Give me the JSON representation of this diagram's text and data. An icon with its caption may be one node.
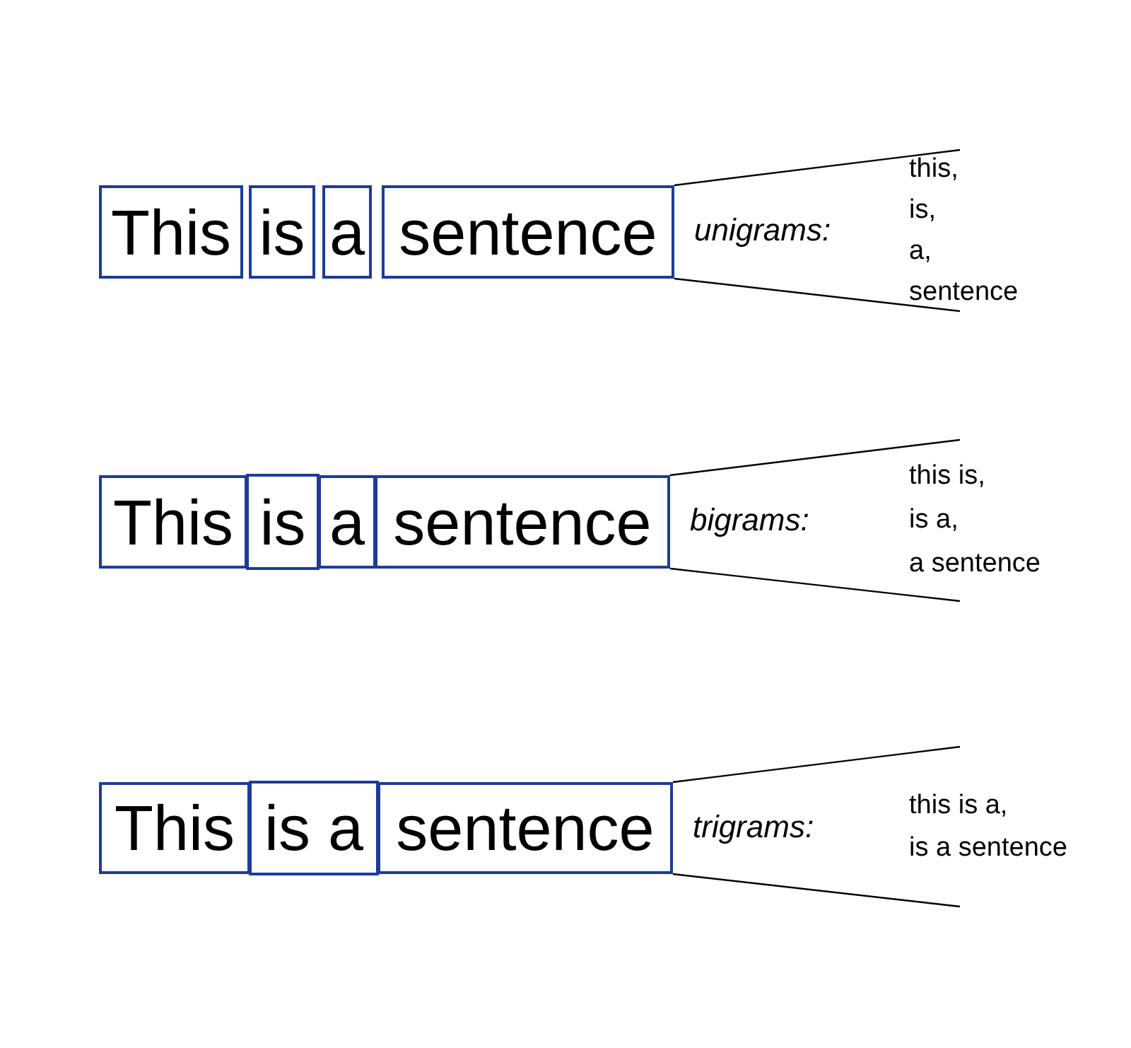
{
  "diagram": {
    "nodes": [
      {
        "text": [
          "This"
        ]
      },
      {
        "text": [
          "is"
        ]
      },
      {
        "text": [
          "a"
        ]
      },
      {
        "text": [
          "sentence"
        ],
        "beside": [
          "unigrams:",
          "this,",
          "is,",
          "a,",
          "sentence"
        ]
      },
      {
        "text": [
          "This"
        ]
      },
      {
        "text": [
          "is"
        ]
      },
      {
        "text": [
          "a"
        ]
      },
      {
        "text": [
          "sentence"
        ],
        "beside": [
          "bigrams:",
          "this is,",
          "is a,",
          "a sentence"
        ]
      },
      {
        "text": [
          "This"
        ]
      },
      {
        "text": [
          "is a"
        ]
      },
      {
        "text": [
          "sentence"
        ],
        "beside": [
          "trigrams:",
          "this is a,",
          "is a sentence"
        ]
      }
    ]
  }
}
